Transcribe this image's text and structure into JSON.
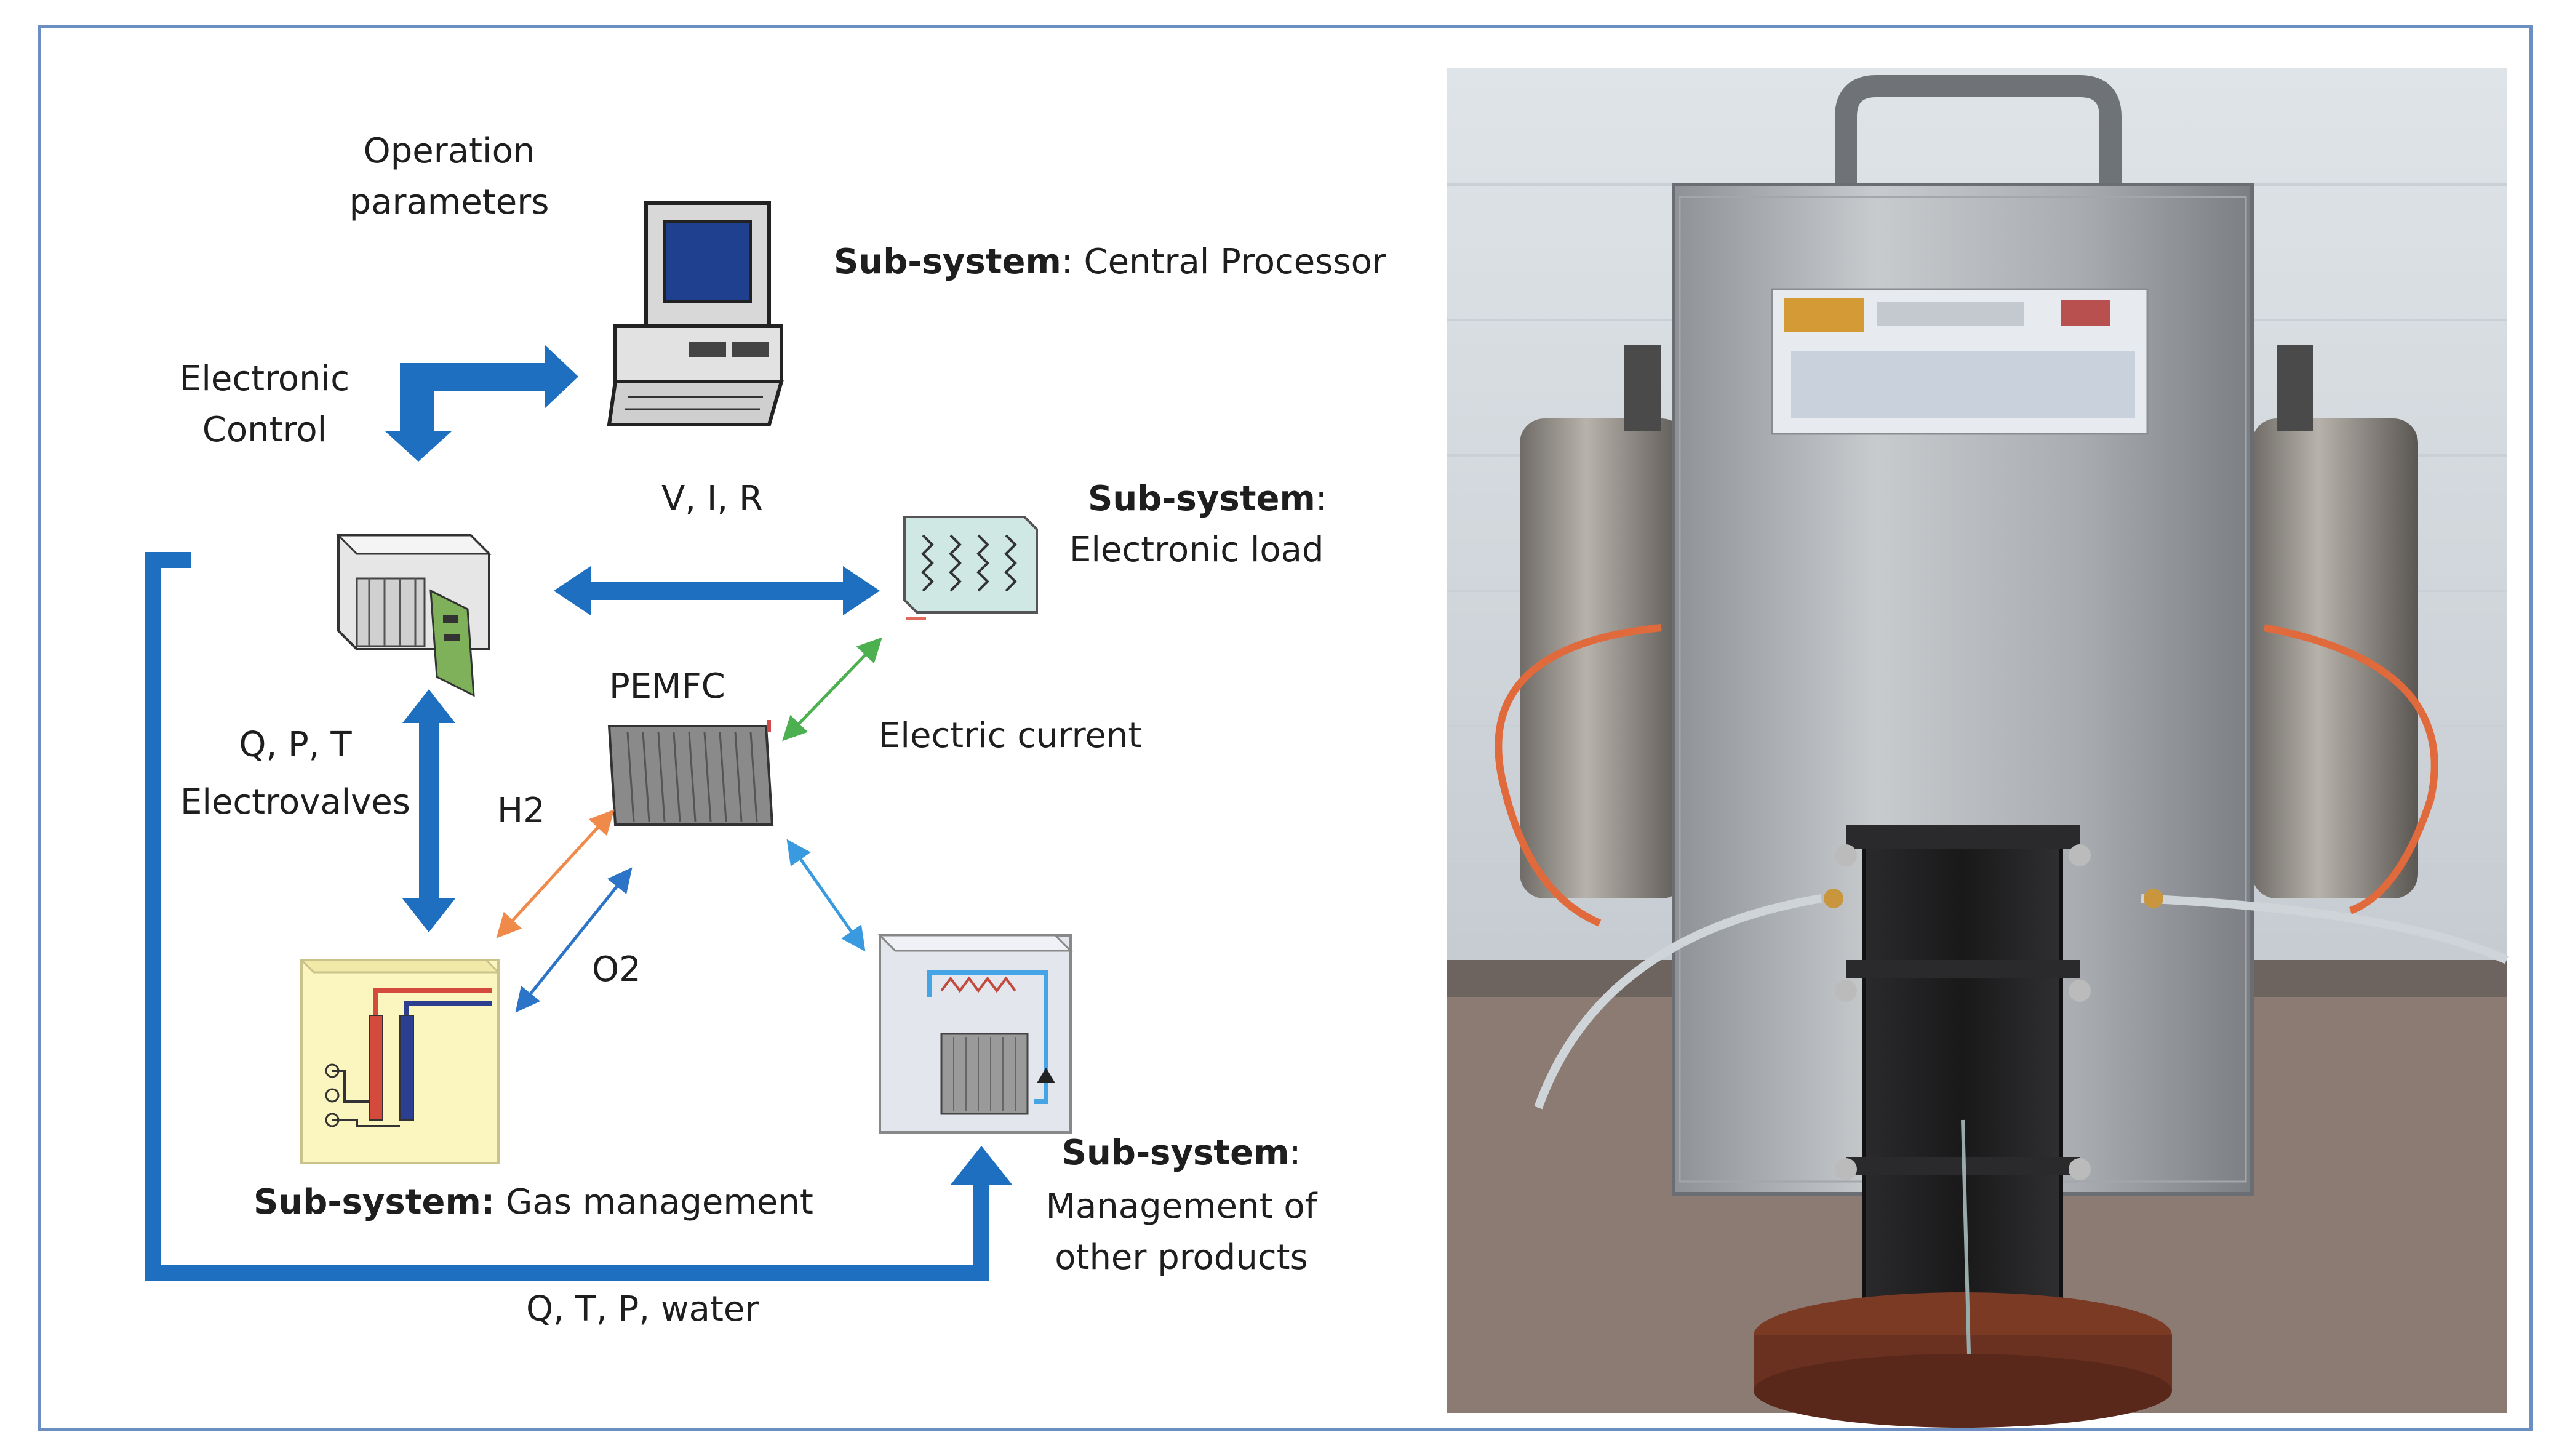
{
  "labels": {
    "operation_params_1": "Operation",
    "operation_params_2": "parameters",
    "central_processor_bold": "Sub-system",
    "central_processor_rest": ": Central Processor",
    "electronic_control_1": "Electronic",
    "electronic_control_2": "Control",
    "vir": "V, I, R",
    "electronic_load_bold": "Sub-system",
    "electronic_load_colon": ":",
    "electronic_load_2": "Electronic load",
    "pemfc": "PEMFC",
    "electric_current": "Electric current",
    "qpt": "Q, P, T",
    "electrovalves": "Electrovalves",
    "h2": "H2",
    "o2": "O2",
    "gas_mgmt_bold": "Sub-system:",
    "gas_mgmt_rest": " Gas management",
    "other_products_bold": "Sub-system",
    "other_products_colon": ":",
    "other_products_2": "Management of",
    "other_products_3": "other products",
    "qtp_water": "Q, T, P, water"
  },
  "colors": {
    "frame": "#6d8ec0",
    "thick_arrow": "#1f6fc1",
    "h2_arrow": "#f08a4b",
    "o2_arrow": "#2b74c8",
    "electric_arrow": "#4caf50",
    "water_arrow": "#3a9ae0"
  }
}
